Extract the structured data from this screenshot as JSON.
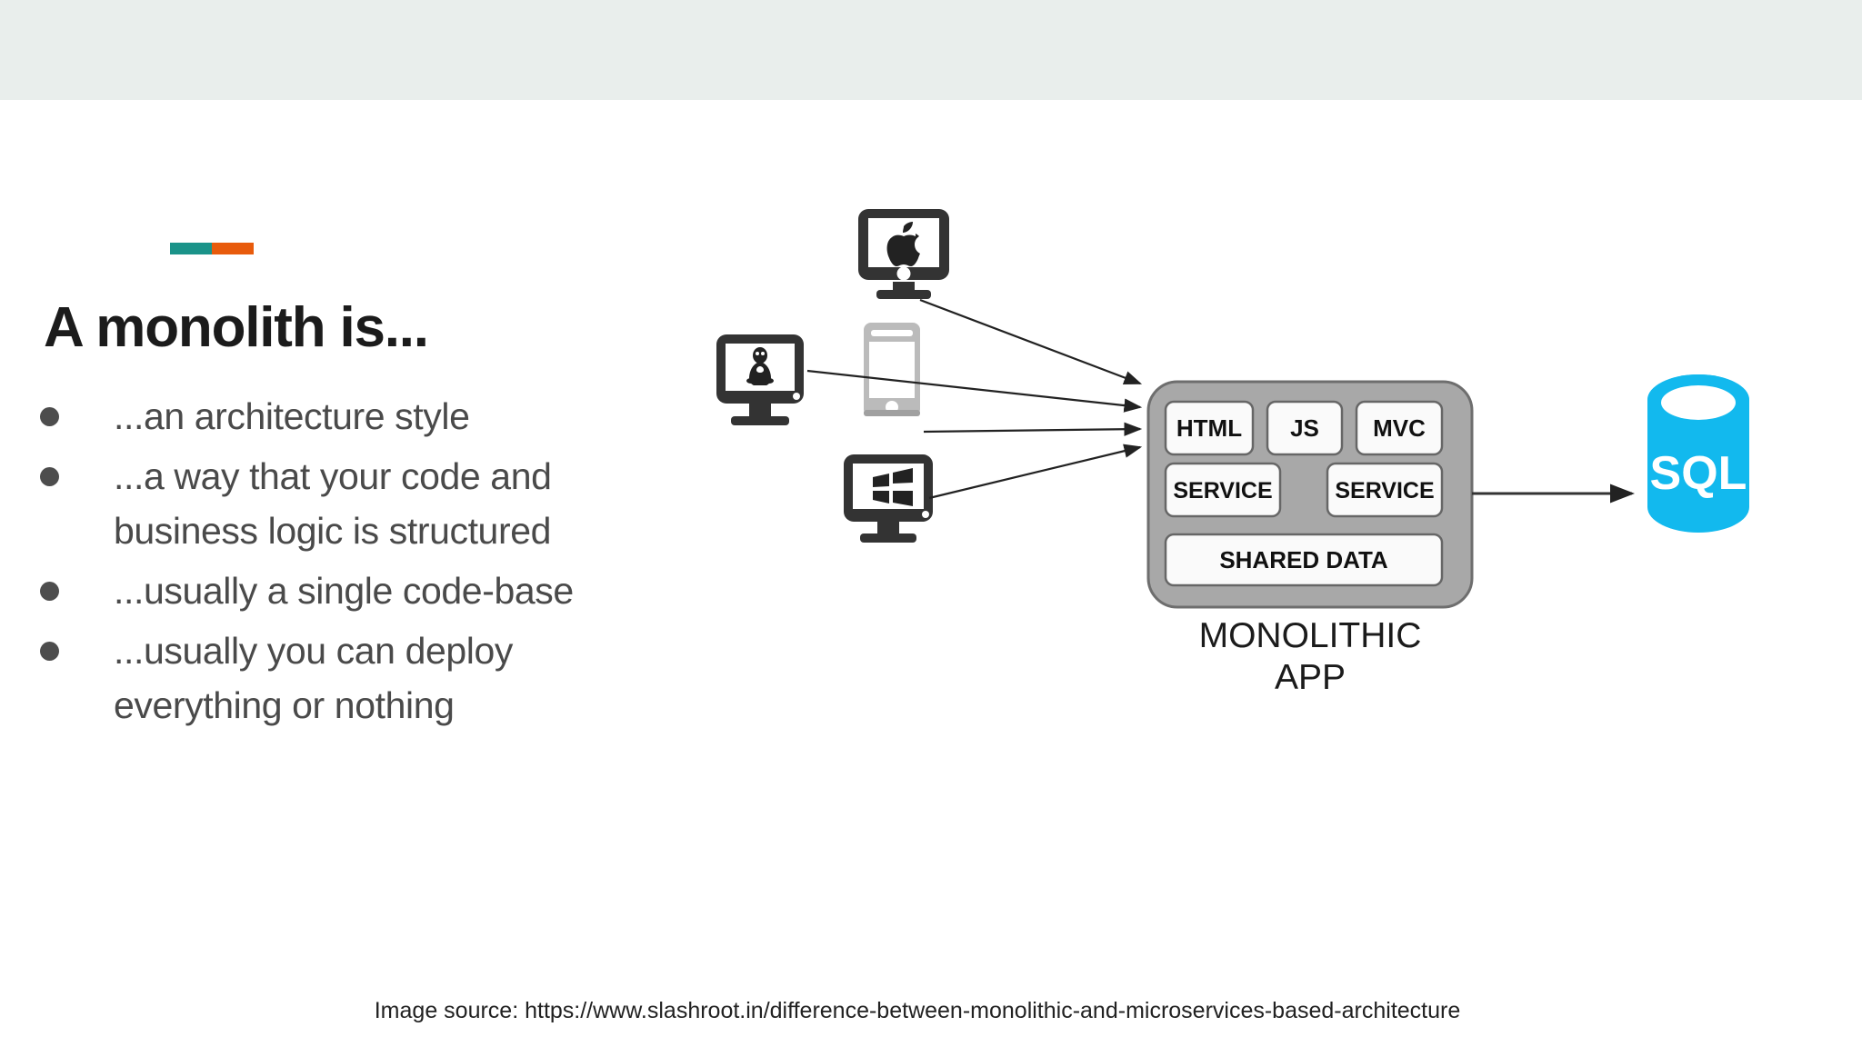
{
  "slide": {
    "title": "A monolith is...",
    "accent": {
      "left_color": "#1a9389",
      "right_color": "#e85b0c"
    },
    "banner_color": "#e9eeec",
    "background_color": "#ffffff"
  },
  "bullets": [
    {
      "text": "...an architecture style"
    },
    {
      "text": "...a way that your code and business logic is structured"
    },
    {
      "text": "...usually a single code-base"
    },
    {
      "text": "...usually you can deploy everything or nothing"
    }
  ],
  "diagram": {
    "clients": [
      {
        "name": "apple-desktop",
        "platform": "Apple",
        "type": "desktop-monitor",
        "color": "#333333"
      },
      {
        "name": "linux-desktop",
        "platform": "Linux",
        "type": "desktop-monitor",
        "color": "#333333"
      },
      {
        "name": "mobile-phone",
        "platform": "Mobile",
        "type": "smartphone",
        "color": "#bbbbbb"
      },
      {
        "name": "windows-desktop",
        "platform": "Windows",
        "type": "desktop-monitor",
        "color": "#333333"
      }
    ],
    "app_box": {
      "label_line1": "MONOLITHIC",
      "label_line2": "APP",
      "fill_color": "#a8a8a8",
      "components_row1": [
        "HTML",
        "JS",
        "MVC"
      ],
      "components_row2": [
        "SERVICE",
        "SERVICE"
      ],
      "components_row3": [
        "SHARED DATA"
      ]
    },
    "database": {
      "label": "SQL",
      "color": "#12b9ee",
      "shape": "cylinder"
    },
    "arrow_count_to_app": 4,
    "arrow_count_to_db": 1
  },
  "caption": {
    "text": "Image source: https://www.slashroot.in/difference-between-monolithic-and-microservices-based-architecture"
  }
}
